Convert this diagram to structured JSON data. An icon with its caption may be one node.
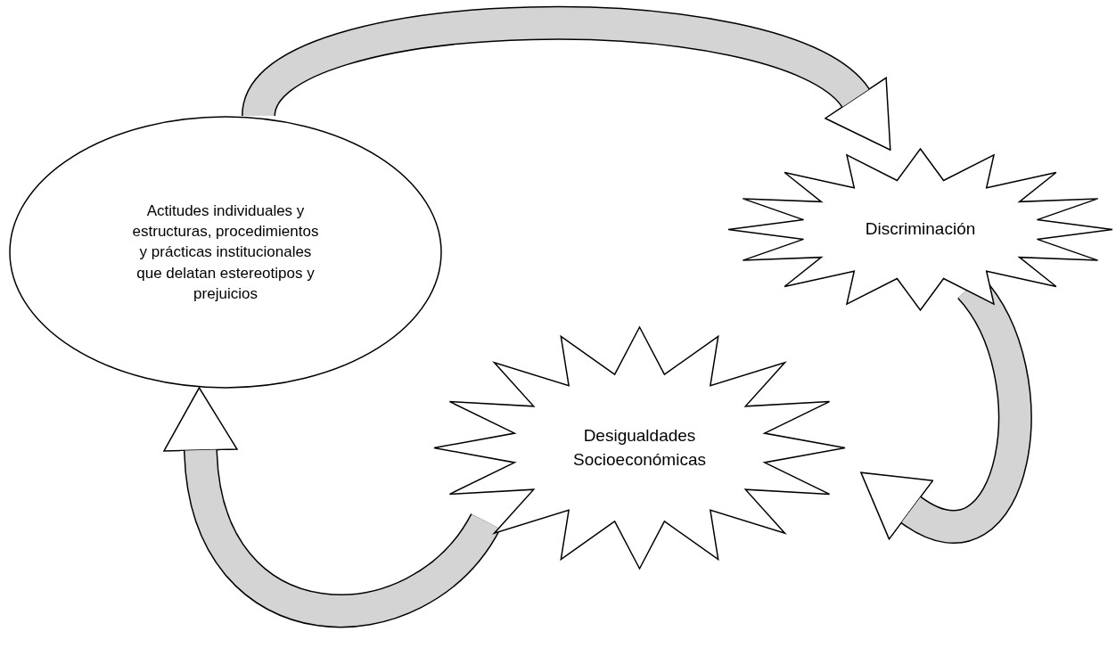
{
  "diagram": {
    "nodes": [
      {
        "text": [
          "Actitudes individuales y estructuras, procedimientos y prácticas institucionales que delatan estereotipos y prejuicios"
        ]
      },
      {
        "text": [
          "Discriminación"
        ]
      },
      {
        "text": [
          "Desigualdades Socioeconómicas"
        ]
      }
    ],
    "edges": [
      {
        "from": 0,
        "to": 1,
        "arrow": "to"
      },
      {
        "from": 1,
        "to": 2,
        "arrow": "to"
      },
      {
        "from": 2,
        "to": 0,
        "arrow": "to"
      }
    ]
  }
}
